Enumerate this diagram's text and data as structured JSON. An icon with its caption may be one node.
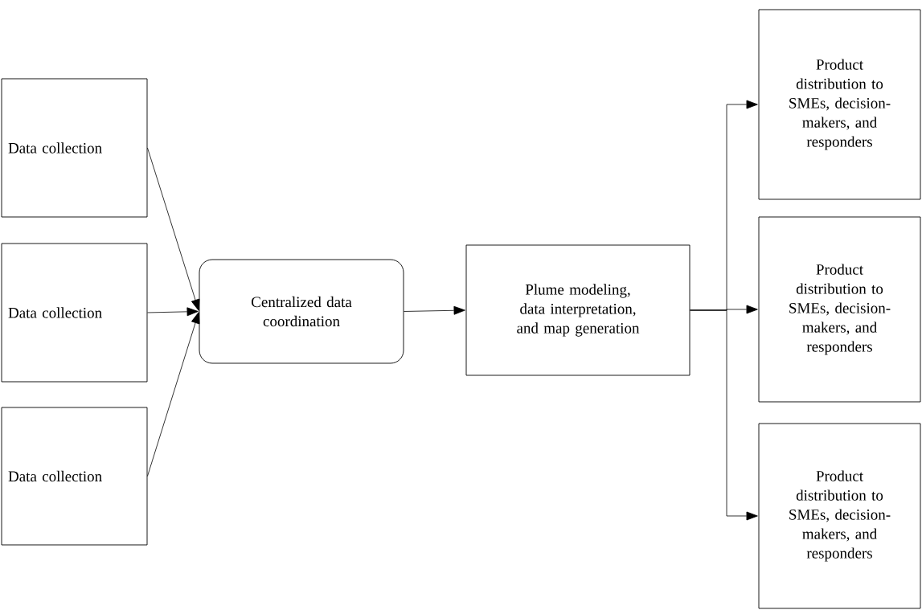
{
  "diagram": {
    "nodes": [
      {
        "text": [
          "Data collection"
        ]
      },
      {
        "text": [
          "Data collection"
        ]
      },
      {
        "text": [
          "Data collection"
        ]
      },
      {
        "text": [
          "Centralized data coordination"
        ]
      },
      {
        "text": [
          "Plume modeling, data interpretation, and map generation"
        ]
      },
      {
        "text": [
          "Product distribution to SMEs, decision-makers, and responders"
        ]
      },
      {
        "text": [
          "Product distribution to SMEs, decision-makers, and responders"
        ]
      },
      {
        "text": [
          "Product distribution to SMEs, decision-makers, and responders"
        ]
      }
    ],
    "edges": [
      {
        "from": 0,
        "to": 3,
        "arrow": "to"
      },
      {
        "from": 1,
        "to": 3,
        "arrow": "to"
      },
      {
        "from": 2,
        "to": 3,
        "arrow": "to"
      },
      {
        "from": 3,
        "to": 4,
        "arrow": "to"
      },
      {
        "from": 4,
        "to": 5,
        "arrow": "to"
      },
      {
        "from": 4,
        "to": 6,
        "arrow": "to"
      },
      {
        "from": 4,
        "to": 7,
        "arrow": "to"
      }
    ]
  }
}
